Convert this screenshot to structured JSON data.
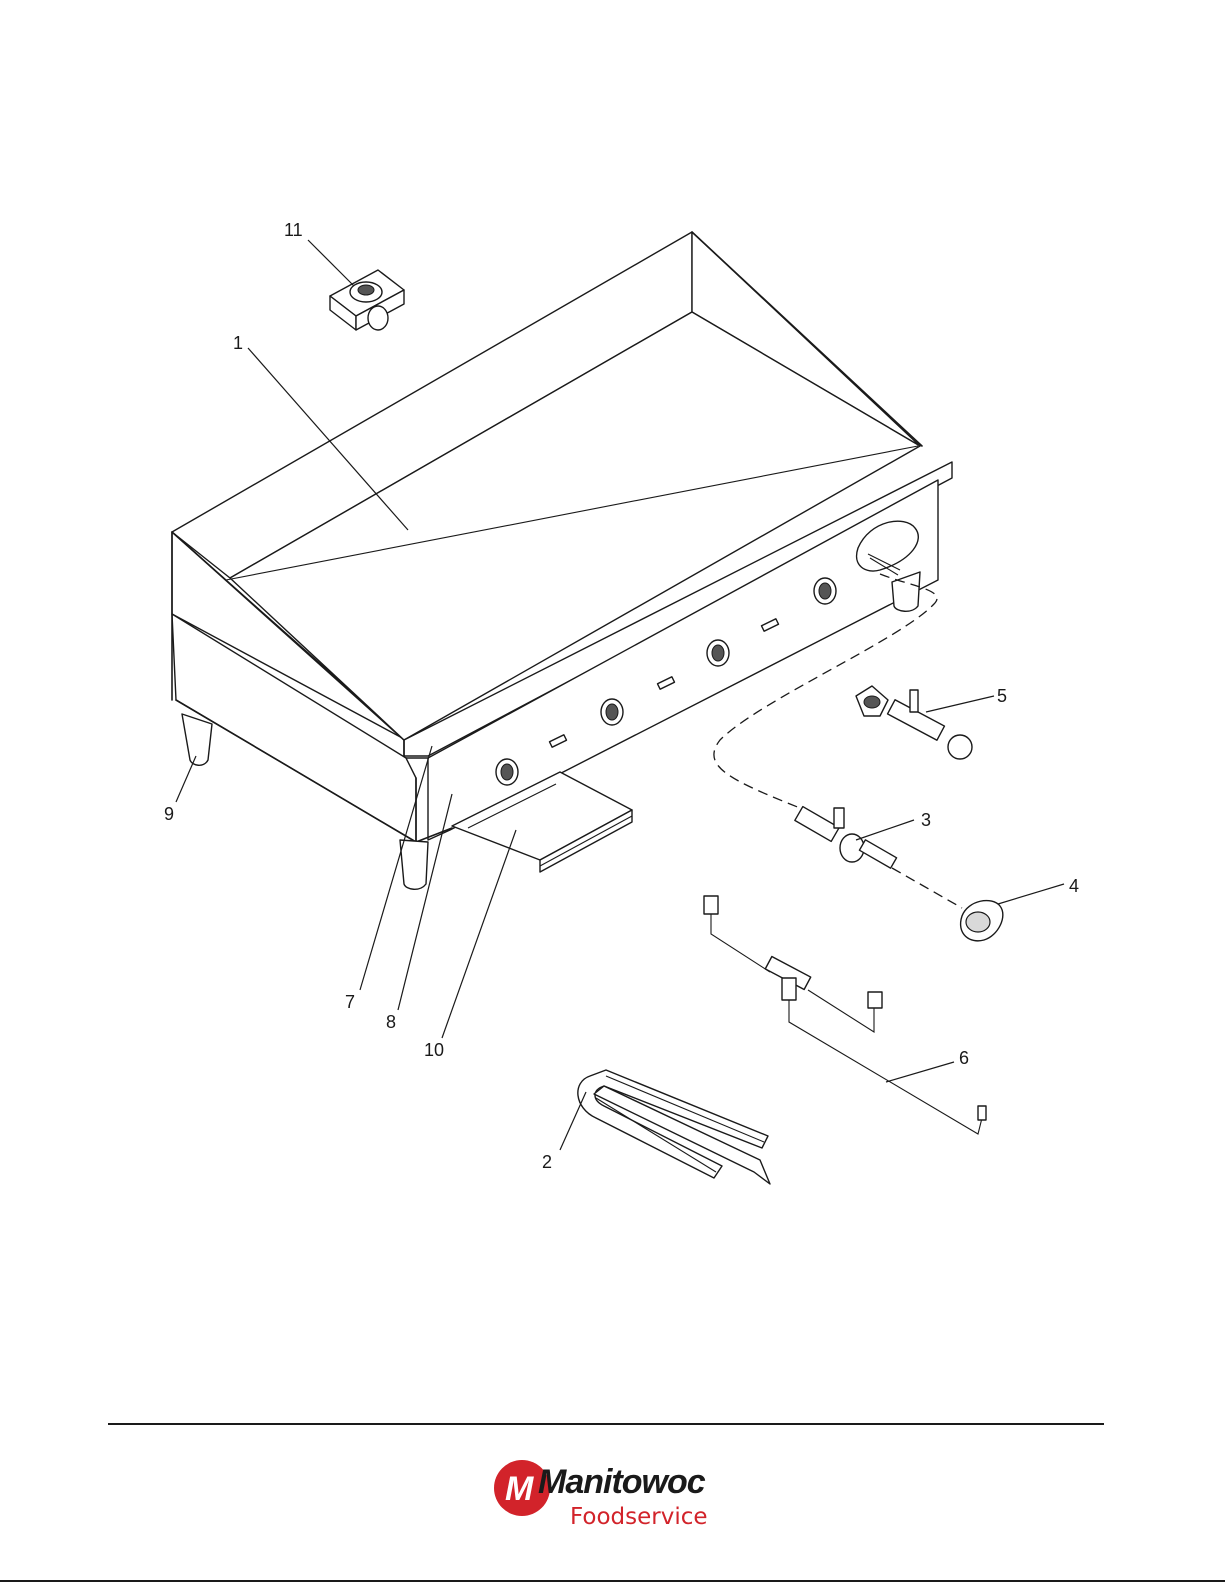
{
  "diagram": {
    "callouts": {
      "c1": "1",
      "c2": "2",
      "c3": "3",
      "c4": "4",
      "c5": "5",
      "c6": "6",
      "c7": "7",
      "c8": "8",
      "c9": "9",
      "c10": "10",
      "c11": "11"
    }
  },
  "footer": {
    "logo_wordmark": "Manitowoc",
    "logo_sub": "Foodservice"
  },
  "colors": {
    "brand_red": "#d2232a",
    "line": "#1a1a1a"
  }
}
